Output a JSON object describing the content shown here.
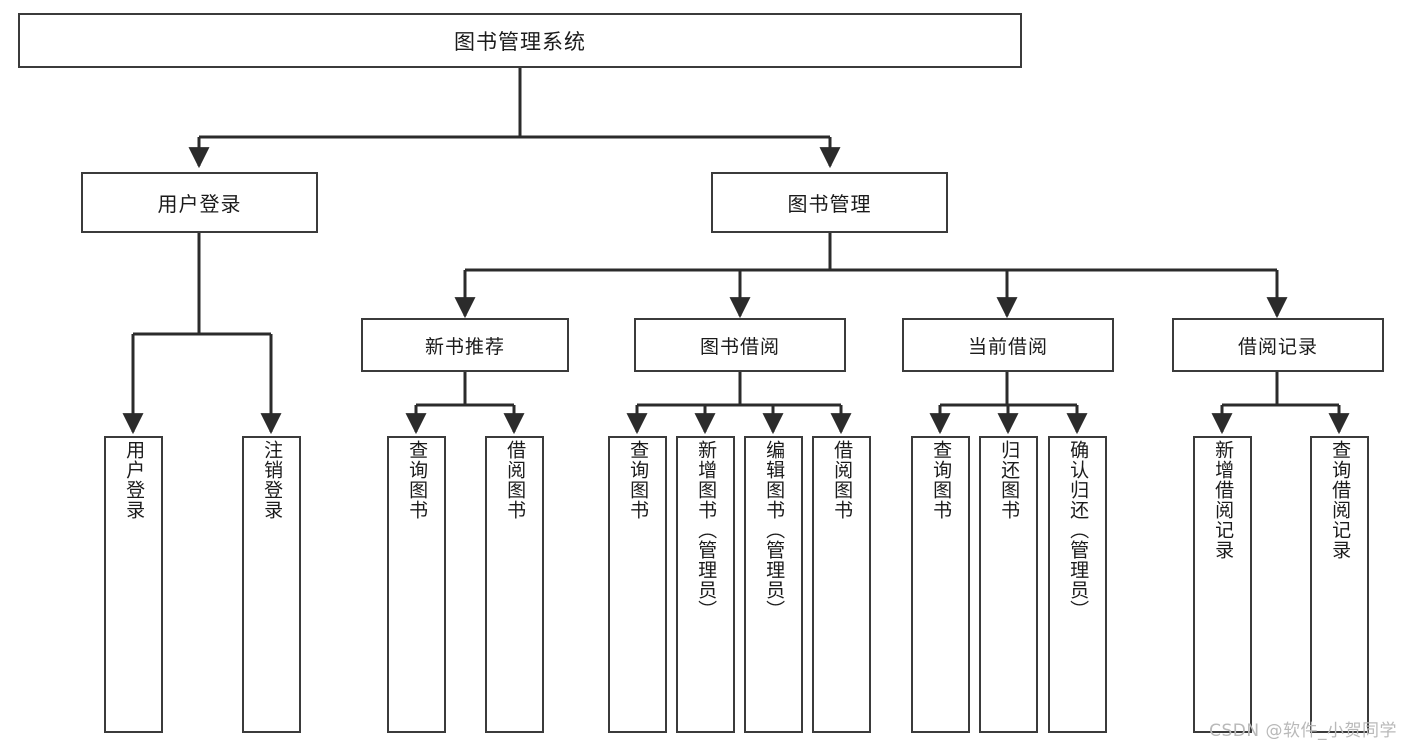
{
  "diagram": {
    "title": "图书管理系统",
    "type": "tree-hierarchy",
    "watermark": "CSDN @软件_小贺同学",
    "colors": {
      "border": "#3b3b3b",
      "fill": "#ffffff",
      "edge": "#2b2b2b",
      "text": "#1b1b1b",
      "watermark": "#b9b9b9"
    },
    "root": {
      "label": "图书管理系统"
    },
    "level1": [
      {
        "id": "user-login",
        "label": "用户登录"
      },
      {
        "id": "book-manage",
        "label": "图书管理"
      }
    ],
    "level2": [
      {
        "id": "new-book-recommend",
        "label": "新书推荐"
      },
      {
        "id": "book-borrow",
        "label": "图书借阅"
      },
      {
        "id": "current-borrow",
        "label": "当前借阅"
      },
      {
        "id": "borrow-record",
        "label": "借阅记录"
      }
    ],
    "leaves": {
      "user_login": [
        {
          "id": "leaf-user-login",
          "label": "用户登录"
        },
        {
          "id": "leaf-logout-login",
          "label": "注销登录"
        }
      ],
      "new_book_recommend": [
        {
          "id": "leaf-query-book-1",
          "label": "查询图书"
        },
        {
          "id": "leaf-borrow-book-1",
          "label": "借阅图书"
        }
      ],
      "book_borrow": [
        {
          "id": "leaf-query-book-2",
          "label": "查询图书"
        },
        {
          "id": "leaf-add-book",
          "label": "新增图书（管理员）"
        },
        {
          "id": "leaf-edit-book",
          "label": "编辑图书（管理员）"
        },
        {
          "id": "leaf-borrow-book-2",
          "label": "借阅图书"
        }
      ],
      "current_borrow": [
        {
          "id": "leaf-query-book-3",
          "label": "查询图书"
        },
        {
          "id": "leaf-return-book",
          "label": "归还图书"
        },
        {
          "id": "leaf-confirm-return",
          "label": "确认归还（管理员）"
        }
      ],
      "borrow_record": [
        {
          "id": "leaf-add-record",
          "label": "新增借阅记录"
        },
        {
          "id": "leaf-query-record",
          "label": "查询借阅记录"
        }
      ]
    }
  }
}
